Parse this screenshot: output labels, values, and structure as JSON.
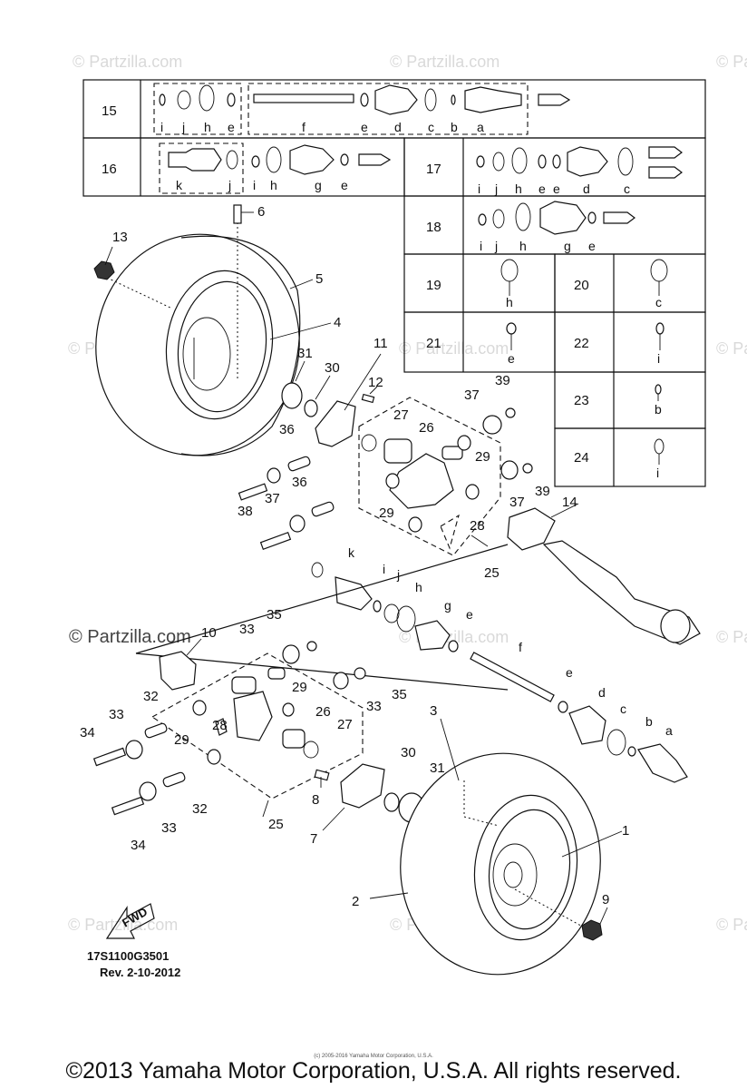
{
  "watermark": "© Partzilla.com",
  "watermark_prominent": "© Partzilla.com",
  "drawing_code": "17S1100G3501",
  "revision": "Rev. 2-10-2012",
  "fwd_label": "FWD",
  "tiny_copyright": "(c) 2005-2016 Yamaha Motor Corporation, U.S.A.",
  "copyright": "©2013 Yamaha Motor Corporation, U.S.A. All rights reserved.",
  "table": {
    "row15": "15",
    "row16": "16",
    "row17": "17",
    "row18": "18",
    "row19": "19",
    "row20": "20",
    "row21": "21",
    "row22": "22",
    "row23": "23",
    "row24": "24"
  },
  "letters": {
    "i": "i",
    "j": "j",
    "h": "h",
    "e": "e",
    "f": "f",
    "d": "d",
    "c": "c",
    "b": "b",
    "a": "a",
    "k": "k",
    "g": "g"
  },
  "callouts": {
    "n1": "1",
    "n2": "2",
    "n3": "3",
    "n4": "4",
    "n5": "5",
    "n6": "6",
    "n7": "7",
    "n8": "8",
    "n9": "9",
    "n10": "10",
    "n11": "11",
    "n12": "12",
    "n13": "13",
    "n14": "14",
    "n25": "25",
    "n26": "26",
    "n27": "27",
    "n28": "28",
    "n29": "29",
    "n30": "30",
    "n31": "31",
    "n32": "32",
    "n33": "33",
    "n34": "34",
    "n35": "35",
    "n36": "36",
    "n37": "37",
    "n38": "38",
    "n39": "39"
  }
}
